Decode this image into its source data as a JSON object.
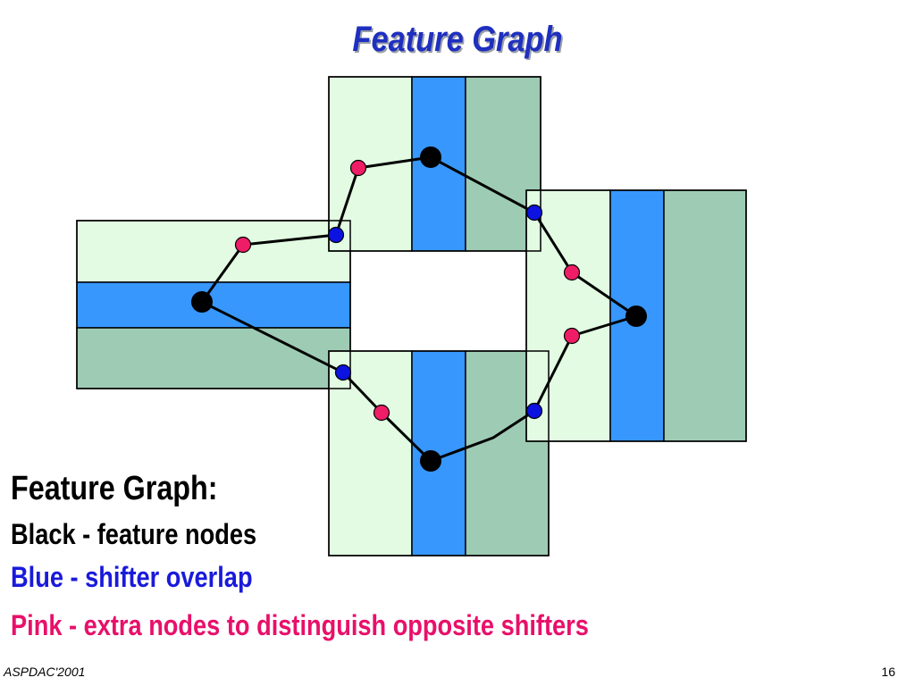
{
  "slide": {
    "title": "Feature Graph",
    "page_number": "16",
    "footer": "ASPDAC'2001"
  },
  "legend": {
    "heading": "Feature Graph:",
    "black": "Black - feature nodes",
    "blue": "Blue - shifter overlap",
    "pink": "Pink - extra nodes to distinguish opposite shifters"
  },
  "colors": {
    "light_shifter": "#e2fbe2",
    "feature": "#3797fc",
    "dark_shifter": "#9ecbb4",
    "feature_node": "#000000",
    "overlap_node": "#0c12e0",
    "extra_node": "#ee1d66",
    "title": "#1f2fbf",
    "legend_blue": "#1a1adb",
    "legend_pink": "#e8106a"
  }
}
